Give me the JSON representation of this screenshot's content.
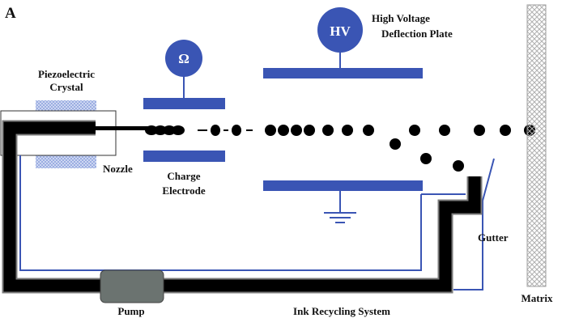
{
  "figure": {
    "panel_letter": "A",
    "labels": {
      "piezo_line1": "Piezoelectric",
      "piezo_line2": "Crystal",
      "nozzle": "Nozzle",
      "charge_line1": "Charge",
      "charge_line2": "Electrode",
      "hv_line1": "High Voltage",
      "hv_line2": "Deflection Plate",
      "gutter": "Gutter",
      "pump": "Pump",
      "recycling": "Ink Recycling System",
      "matrix": "Matrix"
    },
    "symbols": {
      "ohm": "Ω",
      "hv": "HV"
    },
    "colors": {
      "blue": "#3a55b4",
      "black": "#000000",
      "pump_gray": "#6b7370",
      "crystal_blue": "#b8c6ea",
      "matrix_hatch": "#b0b0b0"
    }
  }
}
